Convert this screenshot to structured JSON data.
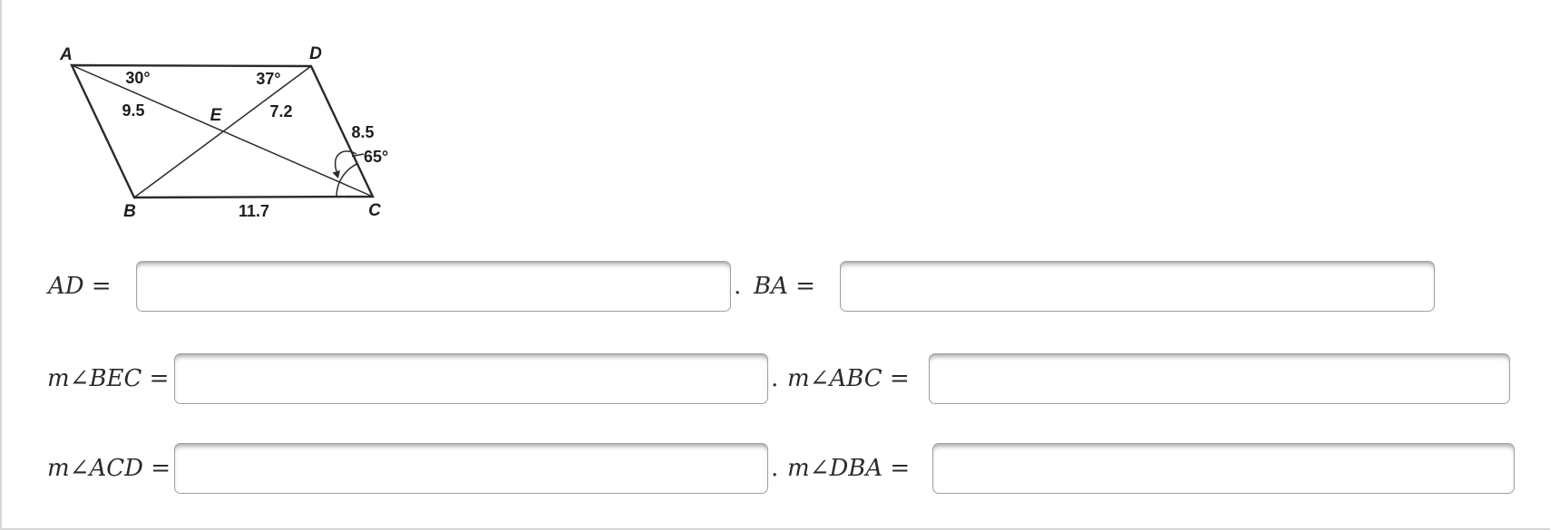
{
  "diagram": {
    "vertices": {
      "A": "A",
      "B": "B",
      "C": "C",
      "D": "D",
      "E": "E"
    },
    "measurements": {
      "angle_at_a": "30°",
      "angle_at_d": "37°",
      "segment_ae": "9.5",
      "segment_de": "7.2",
      "side_dc": "8.5",
      "angle_at_c": "65°",
      "side_bc": "11.7"
    }
  },
  "answers": {
    "rows": [
      {
        "label_left": "AD =",
        "separator": ".",
        "label_right": "BA ="
      },
      {
        "label_left": "m∠BEC =",
        "separator": ".",
        "label_right": "m∠ABC ="
      },
      {
        "label_left": "m∠ACD =",
        "separator": ".",
        "label_right": "m∠DBA ="
      }
    ],
    "inputs": {
      "ad": "",
      "ba": "",
      "bec": "",
      "abc": "",
      "acd": "",
      "dba": ""
    }
  }
}
